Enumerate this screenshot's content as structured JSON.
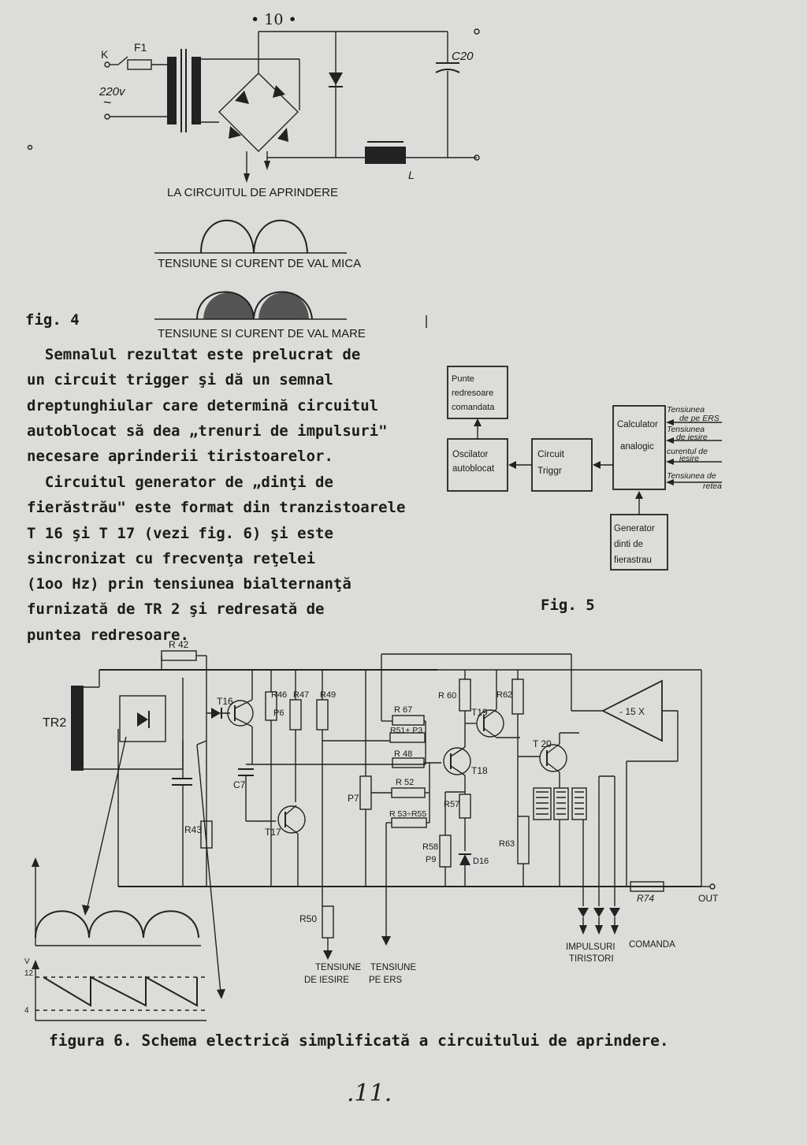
{
  "page_number_top": "• 10 •",
  "fig4": {
    "label": "fig. 4",
    "components": {
      "k": "K",
      "f1": "F1",
      "voltage": "220v",
      "ac": "~",
      "c20": "C20",
      "l": "L"
    },
    "caption_circuit": "LA CIRCUITUL DE APRINDERE",
    "caption_small": "TENSIUNE SI CURENT DE VAL MICA",
    "caption_large": "TENSIUNE SI CURENT DE VAL MARE"
  },
  "body": {
    "para1": "  Semnalul rezultat este prelucrat de\nun circuit trigger şi dă un semnal\ndreptunghiular care determină circuitul\nautoblocat să dea „trenuri de impulsuri\"\nnecesare aprinderii tiristoarelor.",
    "para2": "  Circuitul generator de „dinţi de\nfierăstrău\" este format din tranzistoarele\nT 16 şi T 17 (vezi fig. 6) şi este\nsincronizat cu frecvenţa reţelei\n(1oo Hz) prin tensiunea bialternanţă\nfurnizată de TR 2 şi redresată de\npuntea redresoare."
  },
  "fig5": {
    "label": "Fig. 5",
    "punte": [
      "Punte",
      "redresoare",
      "comandata"
    ],
    "oscilator": [
      "Oscilator",
      "autoblocat"
    ],
    "trigger": [
      "Circuit",
      "Triggr"
    ],
    "calculator": [
      "Calculator",
      "analogic"
    ],
    "generator": [
      "Generator",
      "dinti de",
      "fierastrau"
    ],
    "inputs": [
      [
        "Tensiunea",
        "de pe ERS"
      ],
      [
        "Tensiunea",
        "de iesire"
      ],
      [
        "curentul de",
        "iesire"
      ],
      [
        "Tensiunea de",
        "retea"
      ]
    ]
  },
  "fig6": {
    "caption": "figura 6. Schema electrică simplificată a circuitului de aprindere.",
    "labels": {
      "tr2": "TR2",
      "r42": "R 42",
      "t16": "T16",
      "r46": "R46",
      "p6": "P6",
      "r47": "R47",
      "r49": "R49",
      "c7": "C7",
      "r43": "R43",
      "t17": "T17",
      "r67": "R 67",
      "r51p3": "R51+ P3",
      "r48": "R 48",
      "r52": "R 52",
      "r53r55": "R 53÷R55",
      "p7": "P7",
      "r50": "R50",
      "r60": "R 60",
      "t19": "T19",
      "r62": "R62",
      "t18": "T18",
      "t20": "T 20",
      "r57": "R57",
      "r58": "R58",
      "p9": "P9",
      "d16": "D16",
      "r63": "R63",
      "amp": "- 15 X",
      "r74": "R74",
      "out": "OUT",
      "out_iesire": [
        "TENSIUNE",
        "DE IESIRE"
      ],
      "out_ers": [
        "TENSIUNE",
        "PE ERS"
      ],
      "impulsuri": "IMPULSURI",
      "comanda": "COMANDA",
      "tiristori": "TIRISTORI",
      "v": "V",
      "v12": "12",
      "v4": "4"
    }
  },
  "page_number_bottom": ".11."
}
